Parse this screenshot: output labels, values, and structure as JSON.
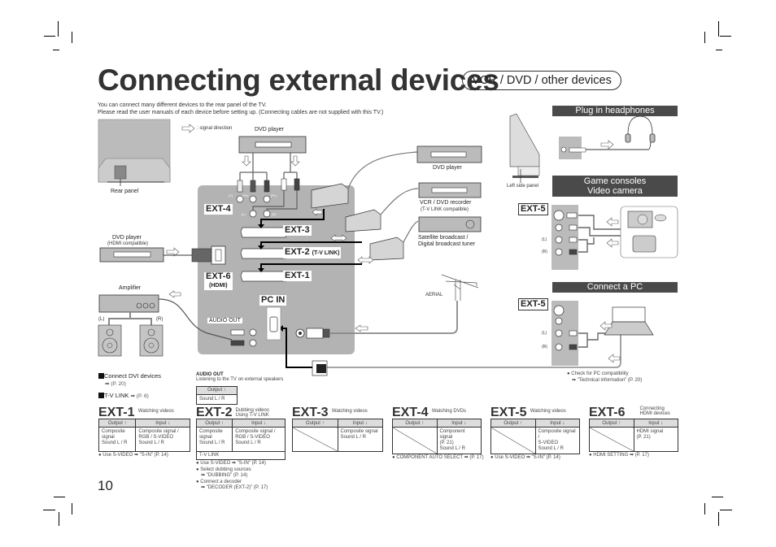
{
  "page": {
    "title": "Connecting external devices",
    "section_pill": "VCR / DVD / other devices",
    "page_number": "10",
    "intro_line1": "You can connect many different devices to the rear panel of the TV.",
    "intro_line2": "Please read the user manuals of each device before setting up. (Connecting cables are not supplied with this TV.)"
  },
  "diagram": {
    "signal_direction": ": signal direction",
    "rear_panel": "Rear panel",
    "dvd_player_top": "DVD player",
    "dvd_player_right": "DVD player",
    "vcr_dvd_recorder": "VCR / DVD recorder",
    "tv_link_compatible": "(T-V LINK compatible)",
    "satellite_line1": "Satellite broadcast /",
    "satellite_line2": "Digital broadcast tuner",
    "dvd_hdmi": "DVD player",
    "hdmi_compatible": "(HDMI compatible)",
    "amplifier": "Amplifier",
    "speaker_left": "(L)",
    "speaker_right": "(R)",
    "aerial": "AERIAL",
    "ext4": "EXT-4",
    "ext3": "EXT-3",
    "ext2": "EXT-2",
    "ext2_sub": "(T-V LINK)",
    "ext1": "EXT-1",
    "ext6": "EXT-6",
    "ext6_sub": "(HDMI)",
    "pc_in": "PC IN",
    "audio_out": "AUDIO OUT",
    "jack_y": "(Y)",
    "jack_pb": "(Pb)",
    "jack_pr": "(Pr)",
    "jack_l": "(L)",
    "jack_r": "(R)"
  },
  "side": {
    "headphones_header": "Plug in headphones",
    "left_side_panel": "Left side panel",
    "game_header_line1": "Game consoles",
    "game_header_line2": "Video camera",
    "ext5_a": "EXT-5",
    "l_a": "(L)",
    "r_a": "(R)",
    "pc_header": "Connect a PC",
    "ext5_b": "EXT-5",
    "l_b": "(L)",
    "r_b": "(R)",
    "pc_note1": "Check for PC compatibility",
    "pc_note2": "➡ \"Technical information\" (P. 20)"
  },
  "refs": {
    "dvi": "Connect DVI devices",
    "dvi_page": "➡ (P. 20)",
    "tvlink": "T-V LINK",
    "tvlink_page": "➡ (P. 8)",
    "audio_out_title": "AUDIO OUT",
    "audio_out_desc": "Listening to the TV on external speakers",
    "audio_out_output": "Output ↑",
    "audio_out_value": "Sound L / R"
  },
  "ext_tables": [
    {
      "name": "EXT-1",
      "desc": "Watching videos",
      "output_header": "Output ↑",
      "input_header": "Input ↓",
      "output": [
        "Composite",
        "signal",
        "Sound L / R"
      ],
      "input": [
        "Composite signal /",
        "RGB / S-VIDEO",
        "Sound L / R"
      ],
      "notes": [
        "Use S-VIDEO ➡ \"S-IN\" (P. 14)"
      ]
    },
    {
      "name": "EXT-2",
      "desc1": "Dubbing videos",
      "desc2": "Using T-V LINK",
      "output_header": "Output ↑",
      "input_header": "Input ↓",
      "output": [
        "Composite",
        "signal",
        "Sound L / R"
      ],
      "input": [
        "Composite signal /",
        "RGB / S-VIDEO",
        "Sound L / R"
      ],
      "extra_row": "T-V LINK",
      "notes": [
        "Use S-VIDEO ➡ \"S-IN\" (P. 14)",
        "Select dubbing sources",
        "➡ \"DUBBING\" (P. 14)",
        "Connect a decoder",
        "➡ \"DECODER (EXT-2)\" (P. 17)"
      ]
    },
    {
      "name": "EXT-3",
      "desc": "Watching videos",
      "output_header": "Output ↑",
      "input_header": "Input ↓",
      "input": [
        "Composite signal",
        "Sound L / R"
      ]
    },
    {
      "name": "EXT-4",
      "desc": "Watching DVDs",
      "output_header": "Output ↑",
      "input_header": "Input ↓",
      "input": [
        "Component signal",
        "(P. 21)",
        "Sound L / R"
      ],
      "notes": [
        "COMPONENT AUTO SELECT ➡ (P. 17)"
      ]
    },
    {
      "name": "EXT-5",
      "desc": "Watching videos",
      "output_header": "Output ↑",
      "input_header": "Input ↓",
      "input": [
        "Composite signal /",
        "S-VIDEO",
        "Sound L / R"
      ],
      "notes": [
        "Use S-VIDEO ➡ \"S-IN\" (P. 14)"
      ]
    },
    {
      "name": "EXT-6",
      "desc1": "Connecting",
      "desc2": "HDMI devices",
      "output_header": "Output ↑",
      "input_header": "Input ↓",
      "input": [
        "HDMI signal",
        "(P. 21)"
      ],
      "notes": [
        "HDMI SETTING ➡ (P. 17)"
      ]
    }
  ]
}
